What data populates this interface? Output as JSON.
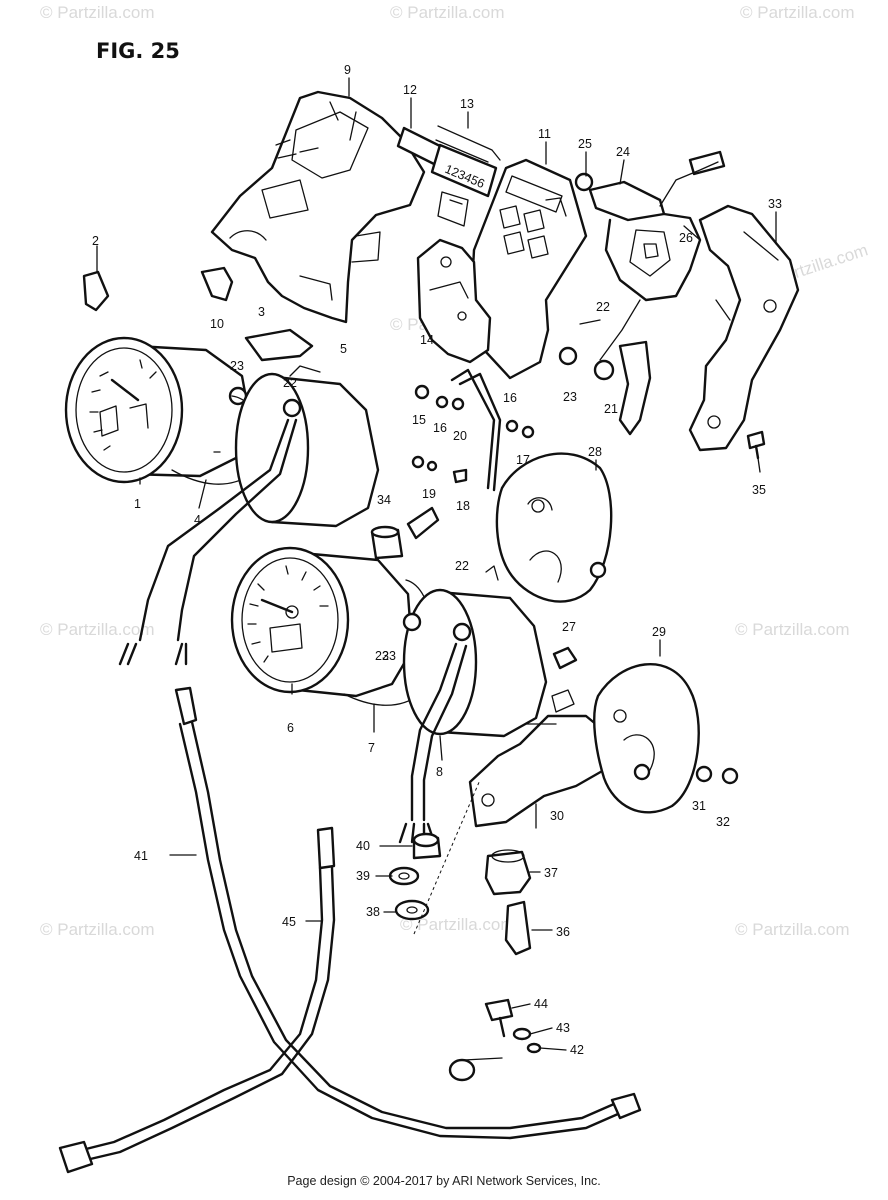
{
  "figure": {
    "title": "FIG. 25"
  },
  "watermark": {
    "text": "© Partzilla.com",
    "color": "#d9d9d9"
  },
  "callouts": [
    "1",
    "2",
    "3",
    "5",
    "4",
    "6",
    "7",
    "8",
    "9",
    "10",
    "11",
    "12",
    "13",
    "14",
    "15",
    "16",
    "16",
    "17",
    "18",
    "19",
    "20",
    "21",
    "22",
    "22",
    "22",
    "23",
    "23",
    "23",
    "23",
    "24",
    "25",
    "26",
    "27",
    "28",
    "29",
    "30",
    "31",
    "32",
    "33",
    "34",
    "35",
    "36",
    "37",
    "38",
    "39",
    "40",
    "41",
    "42",
    "43",
    "44",
    "45"
  ],
  "odometer_text": "123456",
  "footer": {
    "credit": "Page design © 2004-2017 by ARI Network Services, Inc."
  }
}
